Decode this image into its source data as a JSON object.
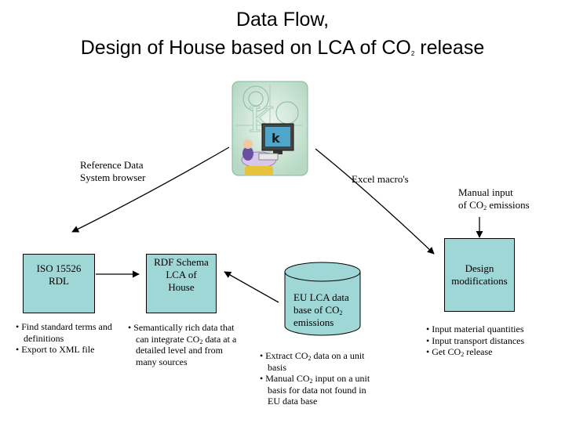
{
  "title": {
    "line1": "Data Flow,",
    "line2_pre": "Design of House based on LCA of CO",
    "line2_sub": "2",
    "line2_post": " release"
  },
  "labels": {
    "reference_line1": "Reference Data",
    "reference_line2": "System browser",
    "excel": "Excel macro's",
    "manual_line1": "Manual input",
    "manual_line2_pre": "of CO",
    "manual_line2_sub": "2",
    "manual_line2_post": " emissions"
  },
  "nodes": {
    "iso": {
      "line1": "ISO 15526",
      "line2": "RDL"
    },
    "rdf": {
      "line1": "RDF Schema",
      "line2": "LCA of",
      "line3": "House"
    },
    "eu": {
      "line1": "EU LCA data",
      "line2": "base of CO",
      "line2_sub": "2",
      "line3": "emissions"
    },
    "design": {
      "line1": "Design",
      "line2": "modifications"
    }
  },
  "bullets": {
    "iso": {
      "b1": "• Find standard terms and definitions",
      "b2": "• Export to XML file"
    },
    "rdf": {
      "b1_pre": "• Semantically rich data that can integrate CO",
      "b1_sub": "2",
      "b1_post": " data at a detailed level and from many sources"
    },
    "eu": {
      "b1_pre": "• Extract CO",
      "b1_sub": "2",
      "b1_post": " data on a unit basis",
      "b2_pre": "• Manual CO",
      "b2_sub": "2",
      "b2_post": " input on a unit basis for data not found in EU data base"
    },
    "design": {
      "b1": "• Input material quantities",
      "b2": "• Input transport distances",
      "b3_pre": "• Get CO",
      "b3_sub": "2",
      "b3_post": " release"
    }
  },
  "colors": {
    "box_fill": "#9fd6d6",
    "line": "#000000"
  },
  "icons": {
    "clipart": "person-at-computer-clipart"
  }
}
